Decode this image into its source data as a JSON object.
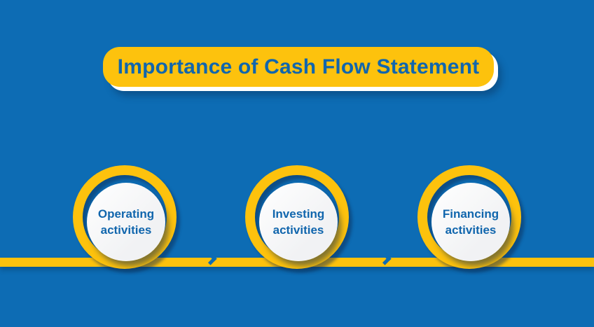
{
  "colors": {
    "background": "#0d6cb4",
    "accent_yellow": "#fdc20d",
    "heading_blue": "#1166ad",
    "circle_fill": "#f1f2f4",
    "banner_outline_white": "#ffffff"
  },
  "banner": {
    "title": "Importance of Cash Flow Statement"
  },
  "flow": {
    "direction": "right",
    "chevron_count": 2
  },
  "stages": [
    {
      "id": "operating",
      "line1": "Operating",
      "line2": "activities"
    },
    {
      "id": "investing",
      "line1": "Investing",
      "line2": "activities"
    },
    {
      "id": "financing",
      "line1": "Financing",
      "line2": "activities"
    }
  ]
}
